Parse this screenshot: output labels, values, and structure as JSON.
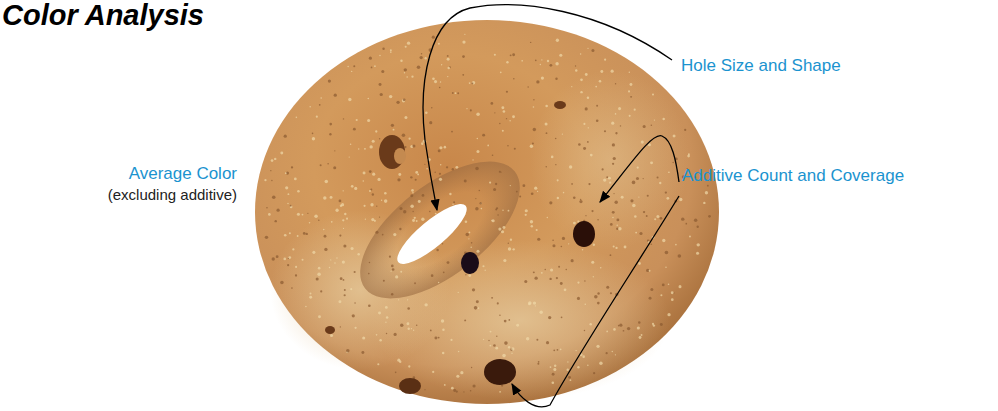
{
  "diagram": {
    "title": "Color Analysis",
    "labels": [
      "Hole Size and Shape",
      "Additive Count and Coverage",
      "Average Color",
      "(excluding additive)"
    ]
  }
}
